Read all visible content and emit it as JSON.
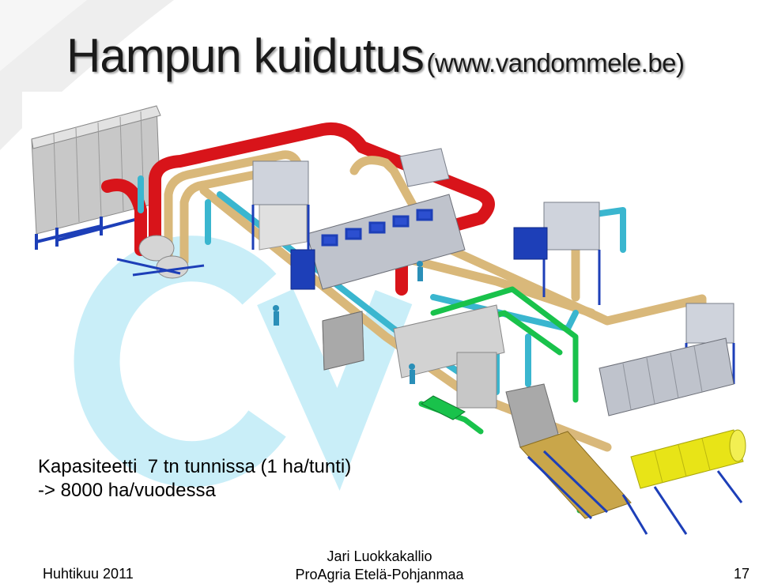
{
  "title": {
    "main": "Hampun kuidutus",
    "source": "(www.vandommele.be)"
  },
  "caption": {
    "line1": "Kapasiteetti  7 tn tunnissa (1 ha/tunti)",
    "line2": "-> 8000 ha/vuodessa"
  },
  "footer": {
    "date": "Huhtikuu 2011",
    "author": "Jari Luokkakallio",
    "organization": "ProAgria Etelä-Pohjanmaa",
    "page_number": "17"
  },
  "figure": {
    "description_icon": "factory-line-illustration",
    "watermark_logo_text": "cv"
  },
  "colors": {
    "pipe_red": "#d8141a",
    "pipe_tan": "#d9b87a",
    "pipe_cyan": "#3ab6cf",
    "pipe_green": "#19c24b",
    "machine_blue": "#1d3fb8",
    "roller_yellow": "#e8e417",
    "watermark": "#c9eef8"
  }
}
